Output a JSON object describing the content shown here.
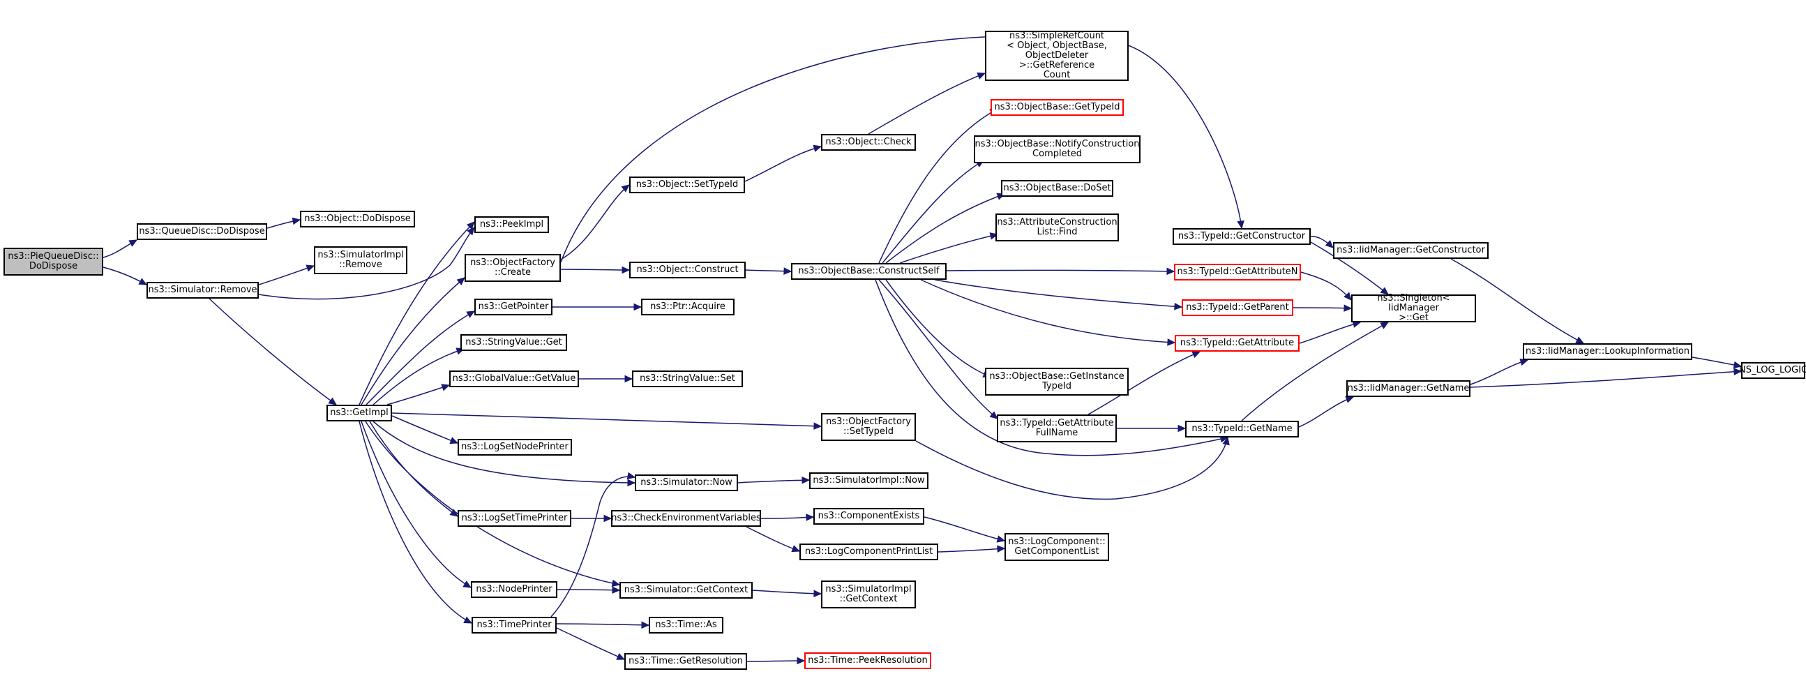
{
  "colors": {
    "edge": "#191970",
    "root_fill": "#bfbfbf",
    "truncated_border": "#ff0000",
    "node_border": "#000000"
  },
  "nodes": [
    {
      "id": "n_root",
      "label": "ns3::PieQueueDisc::\nDoDispose",
      "root": true
    },
    {
      "id": "n_qd_dodispose",
      "label": "ns3::QueueDisc::DoDispose"
    },
    {
      "id": "n_obj_dodispose",
      "label": "ns3::Object::DoDispose"
    },
    {
      "id": "n_sim_remove",
      "label": "ns3::Simulator::Remove"
    },
    {
      "id": "n_simimpl_remove",
      "label": "ns3::SimulatorImpl\n::Remove"
    },
    {
      "id": "n_getimpl",
      "label": "ns3::GetImpl"
    },
    {
      "id": "n_peekimpl",
      "label": "ns3::PeekImpl"
    },
    {
      "id": "n_of_create",
      "label": "ns3::ObjectFactory\n::Create"
    },
    {
      "id": "n_getpointer",
      "label": "ns3::GetPointer"
    },
    {
      "id": "n_sv_get",
      "label": "ns3::StringValue::Get"
    },
    {
      "id": "n_gv_getvalue",
      "label": "ns3::GlobalValue::GetValue"
    },
    {
      "id": "n_lognodeprinter",
      "label": "ns3::LogSetNodePrinter"
    },
    {
      "id": "n_logtimeprinter",
      "label": "ns3::LogSetTimePrinter"
    },
    {
      "id": "n_nodeprinter",
      "label": "ns3::NodePrinter"
    },
    {
      "id": "n_timeprinter",
      "label": "ns3::TimePrinter"
    },
    {
      "id": "n_obj_settypeid",
      "label": "ns3::Object::SetTypeId"
    },
    {
      "id": "n_obj_check",
      "label": "ns3::Object::Check"
    },
    {
      "id": "n_src_getref",
      "label": "ns3::SimpleRefCount\n< Object, ObjectBase,\nObjectDeleter >::GetReference\nCount"
    },
    {
      "id": "n_obj_construct",
      "label": "ns3::Object::Construct"
    },
    {
      "id": "n_ptr_acquire",
      "label": "ns3::Ptr::Acquire"
    },
    {
      "id": "n_sv_set",
      "label": "ns3::StringValue::Set"
    },
    {
      "id": "n_of_settypeid",
      "label": "ns3::ObjectFactory\n::SetTypeId"
    },
    {
      "id": "n_sim_now",
      "label": "ns3::Simulator::Now"
    },
    {
      "id": "n_simimpl_now",
      "label": "ns3::SimulatorImpl::Now"
    },
    {
      "id": "n_checkenv",
      "label": "ns3::CheckEnvironmentVariables"
    },
    {
      "id": "n_compexists",
      "label": "ns3::ComponentExists"
    },
    {
      "id": "n_logcompprint",
      "label": "ns3::LogComponentPrintList"
    },
    {
      "id": "n_logcomp_getlist",
      "label": "ns3::LogComponent::\nGetComponentList"
    },
    {
      "id": "n_sim_getcontext",
      "label": "ns3::Simulator::GetContext"
    },
    {
      "id": "n_simimpl_getcontext",
      "label": "ns3::SimulatorImpl\n::GetContext"
    },
    {
      "id": "n_time_as",
      "label": "ns3::Time::As"
    },
    {
      "id": "n_time_getres",
      "label": "ns3::Time::GetResolution"
    },
    {
      "id": "n_time_peekres",
      "label": "ns3::Time::PeekResolution",
      "truncated": true
    },
    {
      "id": "n_ob_gettypeid",
      "label": "ns3::ObjectBase::GetTypeId",
      "truncated": true
    },
    {
      "id": "n_ob_notify",
      "label": "ns3::ObjectBase::NotifyConstruction\nCompleted"
    },
    {
      "id": "n_ob_doset",
      "label": "ns3::ObjectBase::DoSet"
    },
    {
      "id": "n_acl_find",
      "label": "ns3::AttributeConstruction\nList::Find"
    },
    {
      "id": "n_ob_constructself",
      "label": "ns3::ObjectBase::ConstructSelf"
    },
    {
      "id": "n_ob_getinstance",
      "label": "ns3::ObjectBase::GetInstance\nTypeId"
    },
    {
      "id": "n_tid_getattrfullname",
      "label": "ns3::TypeId::GetAttribute\nFullName"
    },
    {
      "id": "n_tid_getconstructor",
      "label": "ns3::TypeId::GetConstructor"
    },
    {
      "id": "n_tid_getattrn",
      "label": "ns3::TypeId::GetAttributeN",
      "truncated": true
    },
    {
      "id": "n_tid_getparent",
      "label": "ns3::TypeId::GetParent",
      "truncated": true
    },
    {
      "id": "n_tid_getattribute",
      "label": "ns3::TypeId::GetAttribute",
      "truncated": true
    },
    {
      "id": "n_tid_getname",
      "label": "ns3::TypeId::GetName"
    },
    {
      "id": "n_iidm_getconstructor",
      "label": "ns3::IidManager::GetConstructor"
    },
    {
      "id": "n_singleton_get",
      "label": "ns3::Singleton< IidManager\n>::Get"
    },
    {
      "id": "n_iidm_getname",
      "label": "ns3::IidManager::GetName"
    },
    {
      "id": "n_iidm_lookup",
      "label": "ns3::IidManager::LookupInformation"
    },
    {
      "id": "n_ns_log_logic",
      "label": "NS_LOG_LOGIC"
    }
  ]
}
